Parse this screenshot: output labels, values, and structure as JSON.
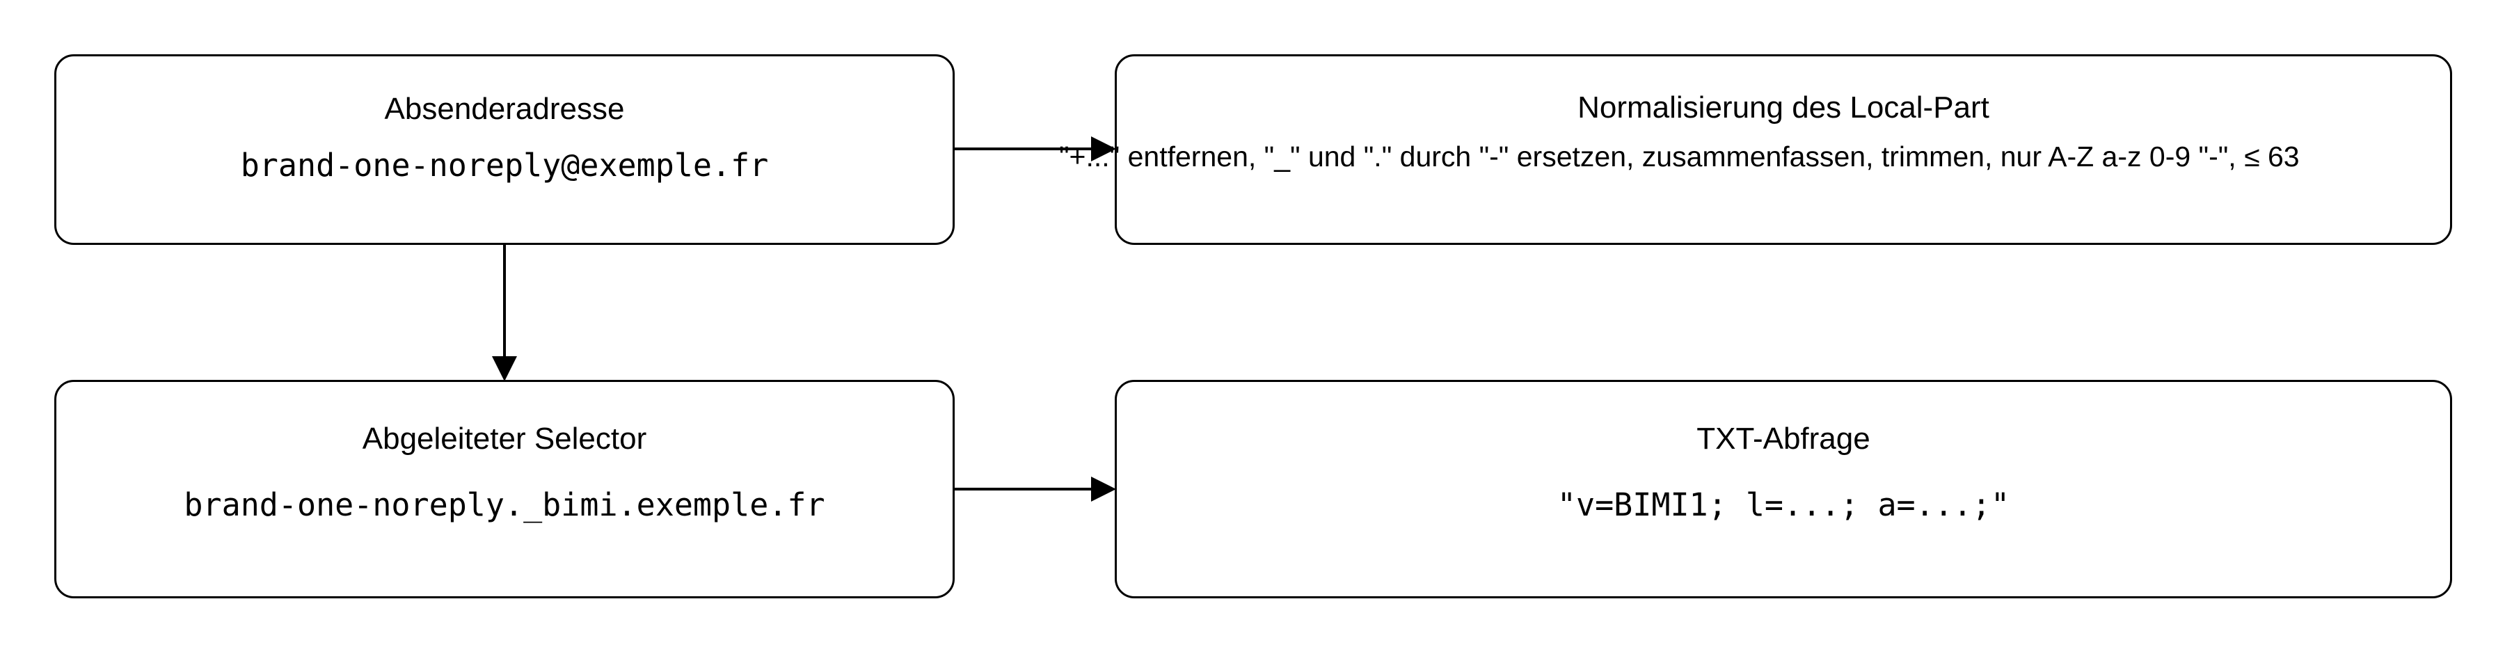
{
  "nodes": {
    "sender": {
      "title": "Absenderadresse",
      "value": "brand-one-noreply@exemple.fr"
    },
    "normalization": {
      "title": "Normalisierung des Local-Part",
      "description": "\"+...\" entfernen, \"_\" und \".\" durch \"-\" ersetzen, zusammenfassen, trimmen, nur A-Z a-z 0-9 \"-\", ≤ 63"
    },
    "selector": {
      "title": "Abgeleiteter Selector",
      "value": "brand-one-noreply._bimi.exemple.fr"
    },
    "txt_query": {
      "title": "TXT-Abfrage",
      "value": "\"v=BIMI1; l=...; a=...;\""
    }
  },
  "edges": [
    {
      "from": "sender",
      "to": "normalization"
    },
    {
      "from": "sender",
      "to": "selector"
    },
    {
      "from": "selector",
      "to": "txt_query"
    }
  ],
  "colors": {
    "stroke": "#000000",
    "background": "#ffffff"
  }
}
